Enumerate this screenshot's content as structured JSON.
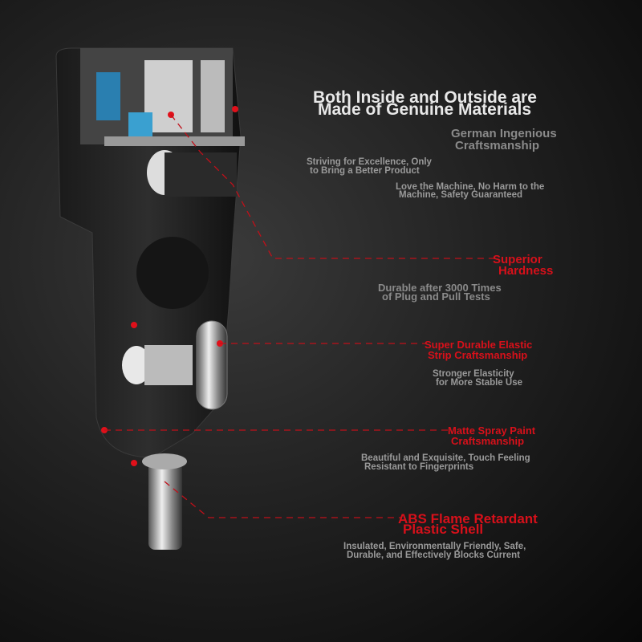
{
  "headline": [
    "Both Inside and Outside are",
    "Made of Genuine Materials"
  ],
  "features": [
    {
      "title": [
        "German Ingenious",
        "Craftsmanship"
      ],
      "desc": []
    },
    {
      "title": [],
      "desc": [
        "Striving for Excellence, Only",
        "to Bring a Better Product"
      ]
    },
    {
      "title": [],
      "desc": [
        "Love the Machine, No Harm to the",
        "Machine, Safety Guaranteed"
      ]
    },
    {
      "title": [
        "Superior",
        "Hardness"
      ],
      "desc": [
        "Durable after 3000 Times",
        "of Plug and Pull Tests"
      ]
    },
    {
      "title": [
        "Super Durable Elastic",
        "Strip Craftsmanship"
      ],
      "desc": [
        "Stronger Elasticity",
        "for More Stable Use"
      ]
    },
    {
      "title": [
        "Matte Spray Paint",
        "Craftsmanship"
      ],
      "desc": [
        "Beautiful and Exquisite, Touch Feeling",
        "Resistant to Fingerprints"
      ]
    },
    {
      "title": [
        "ABS Flame Retardant",
        "Plastic Shell"
      ],
      "desc": [
        "Insulated, Environmentally Friendly, Safe,",
        "Durable, and Effectively Blocks Current"
      ]
    }
  ],
  "colors": {
    "accent": "#d8101a",
    "background": "#1c1c1c"
  }
}
